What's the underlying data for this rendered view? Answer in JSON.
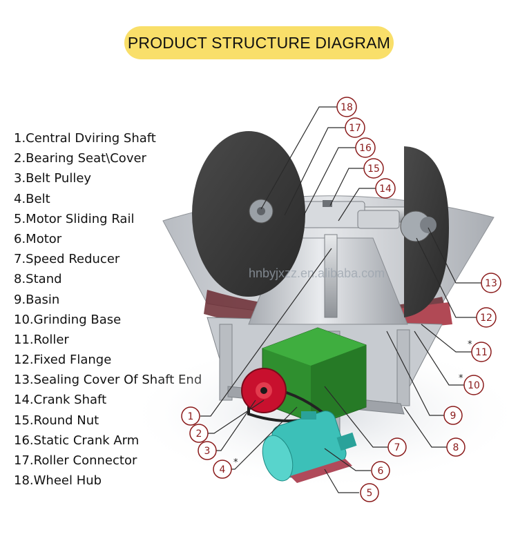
{
  "title": "PRODUCT STRUCTURE DIAGRAM",
  "watermark": "hnbyjxzz.en.alibaba.com",
  "legend": [
    "1.Central Dviring Shaft",
    "2.Bearing Seat\\Cover",
    "3.Belt Pulley",
    "4.Belt",
    "5.Motor Sliding Rail",
    "6.Motor",
    "7.Speed Reducer",
    "8.Stand",
    "9.Basin",
    "10.Grinding Base",
    "11.Roller",
    "12.Fixed Flange",
    "13.Sealing Cover Of Shaft End",
    "14.Crank Shaft",
    "15.Round Nut",
    "16.Static Crank Arm",
    "17.Roller Connector",
    "18.Wheel Hub"
  ],
  "callouts": [
    "1",
    "2",
    "3",
    "4",
    "5",
    "6",
    "7",
    "8",
    "9",
    "10",
    "11",
    "12",
    "13",
    "14",
    "15",
    "16",
    "17",
    "18"
  ],
  "marks": {
    "star": "*"
  },
  "colors": {
    "title_bg": "#f9df6a",
    "callout": "#8a1a1a",
    "roller": "#3a3a3a",
    "basin": "#c9ccd0",
    "reducer": "#2f8f2f",
    "motor": "#3cc0b8",
    "pulley": "#c8102e"
  }
}
